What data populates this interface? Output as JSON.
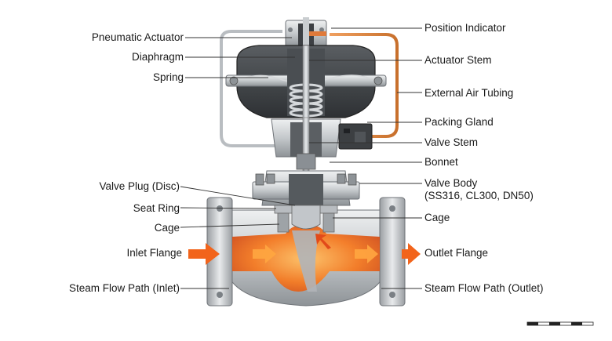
{
  "left_labels": [
    {
      "text": "Pneumatic Actuator"
    },
    {
      "text": "Diaphragm"
    },
    {
      "text": "Spring"
    },
    {
      "text": "Valve Plug (Disc)"
    },
    {
      "text": "Seat Ring"
    },
    {
      "text": "Cage"
    },
    {
      "text": "Inlet Flange"
    },
    {
      "text": "Steam Flow Path (Inlet)"
    }
  ],
  "right_labels": [
    {
      "text": "Position Indicator"
    },
    {
      "text": "Actuator Stem"
    },
    {
      "text": "External Air Tubing"
    },
    {
      "text": "Packing Gland"
    },
    {
      "text": "Valve Stem"
    },
    {
      "text": "Bonnet"
    },
    {
      "text": "Valve Body\n(SS316, CL300, DN50)"
    },
    {
      "text": "Cage"
    },
    {
      "text": "Outlet Flange"
    },
    {
      "text": "Steam Flow Path (Outlet)"
    }
  ],
  "colors": {
    "steel_light": "#d9dbdd",
    "steel_mid": "#a9adb1",
    "steel_dark": "#6e7277",
    "actuator_dark": "#3c3f42",
    "flow_orange": "#f26a1b",
    "flow_yellow": "#ffb347",
    "tubing_copper": "#d9823b",
    "leader_line": "#333333"
  }
}
